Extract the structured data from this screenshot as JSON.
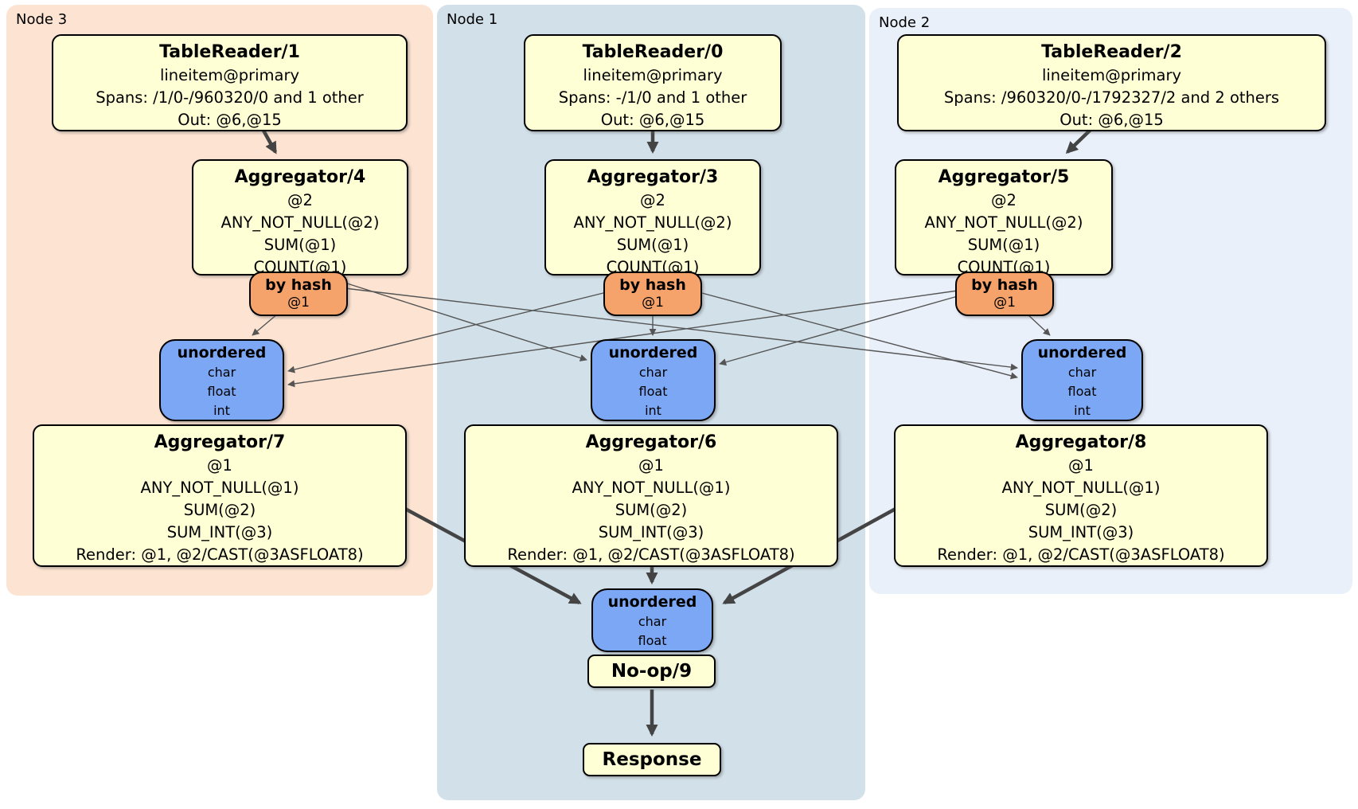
{
  "regions": {
    "node3": {
      "label": "Node 3"
    },
    "node1": {
      "label": "Node 1"
    },
    "node2": {
      "label": "Node 2"
    }
  },
  "boxes": {
    "tr1": {
      "title": "TableReader/1",
      "lines": [
        "lineitem@primary",
        "Spans: /1/0-/960320/0 and 1 other",
        "Out: @6,@15"
      ]
    },
    "tr0": {
      "title": "TableReader/0",
      "lines": [
        "lineitem@primary",
        "Spans: -/1/0 and 1 other",
        "Out: @6,@15"
      ]
    },
    "tr2": {
      "title": "TableReader/2",
      "lines": [
        "lineitem@primary",
        "Spans: /960320/0-/1792327/2 and 2 others",
        "Out: @6,@15"
      ]
    },
    "agg4": {
      "title": "Aggregator/4",
      "lines": [
        "@2",
        "ANY_NOT_NULL(@2)",
        "SUM(@1)",
        "COUNT(@1)"
      ]
    },
    "agg3": {
      "title": "Aggregator/3",
      "lines": [
        "@2",
        "ANY_NOT_NULL(@2)",
        "SUM(@1)",
        "COUNT(@1)"
      ]
    },
    "agg5": {
      "title": "Aggregator/5",
      "lines": [
        "@2",
        "ANY_NOT_NULL(@2)",
        "SUM(@1)",
        "COUNT(@1)"
      ]
    },
    "hash3": {
      "title": "by hash",
      "lines": [
        "@1"
      ]
    },
    "hash1": {
      "title": "by hash",
      "lines": [
        "@1"
      ]
    },
    "hash2": {
      "title": "by hash",
      "lines": [
        "@1"
      ]
    },
    "uno3": {
      "title": "unordered",
      "lines": [
        "char",
        "float",
        "int"
      ]
    },
    "uno1": {
      "title": "unordered",
      "lines": [
        "char",
        "float",
        "int"
      ]
    },
    "uno2": {
      "title": "unordered",
      "lines": [
        "char",
        "float",
        "int"
      ]
    },
    "agg7": {
      "title": "Aggregator/7",
      "lines": [
        "@1",
        "ANY_NOT_NULL(@1)",
        "SUM(@2)",
        "SUM_INT(@3)",
        "Render: @1, @2/CAST(@3ASFLOAT8)"
      ]
    },
    "agg6": {
      "title": "Aggregator/6",
      "lines": [
        "@1",
        "ANY_NOT_NULL(@1)",
        "SUM(@2)",
        "SUM_INT(@3)",
        "Render: @1, @2/CAST(@3ASFLOAT8)"
      ]
    },
    "agg8": {
      "title": "Aggregator/8",
      "lines": [
        "@1",
        "ANY_NOT_NULL(@1)",
        "SUM(@2)",
        "SUM_INT(@3)",
        "Render: @1, @2/CAST(@3ASFLOAT8)"
      ]
    },
    "unoC": {
      "title": "unordered",
      "lines": [
        "char",
        "float"
      ]
    },
    "noop": {
      "title": "No-op/9"
    },
    "response": {
      "title": "Response"
    }
  },
  "colors": {
    "node3_bg": "#FCE3D2",
    "node1_bg": "#D2E0E9",
    "node2_bg": "#EAF0F9",
    "processor_bg": "#FFFFD5",
    "router_bg": "#F5A36B",
    "sync_bg": "#7BA7F5",
    "wire": "#555555",
    "flow_arrow": "#444444"
  }
}
